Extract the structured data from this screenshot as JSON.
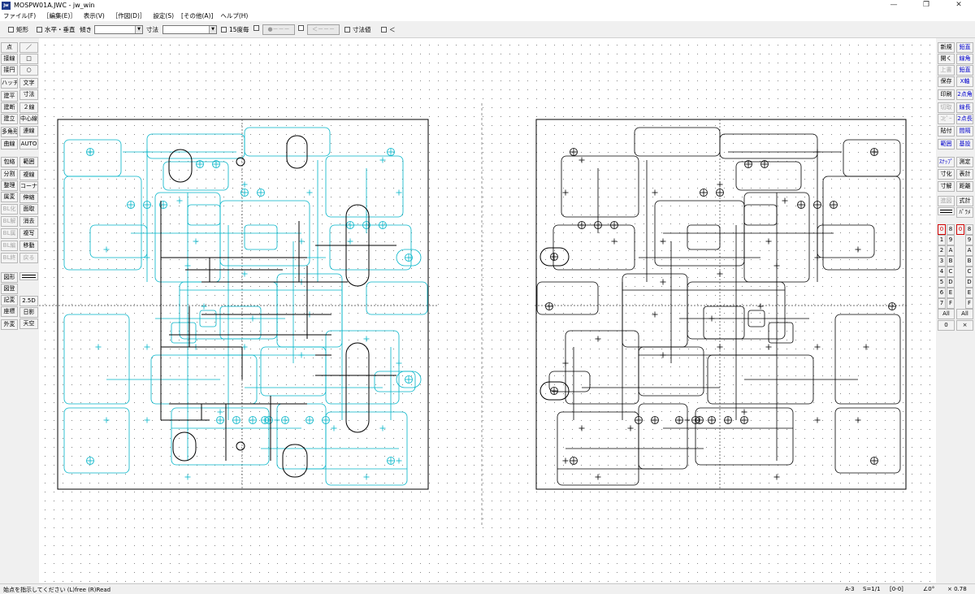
{
  "window": {
    "title": "MOSPW01A.JWC - jw_win",
    "icon_label": "jw",
    "controls": [
      "—",
      "❐",
      "✕"
    ]
  },
  "menu": [
    "ファイル(F)",
    "［編集(E)］",
    "表示(V)",
    "［作図(D)］",
    "設定(S)",
    "[その他(A)]",
    "ヘルプ(H)"
  ],
  "toolbar": {
    "rect": "矩形",
    "horizvert": "水平・垂直",
    "slope": "傾き",
    "slope_value": "",
    "dimension": "寸法",
    "dimension_value": "",
    "deg15": "15度毎",
    "dot_btn": "●－－－",
    "arrow_btn": "＜－－－",
    "dim_value": "寸法値",
    "lt": "＜"
  },
  "left_tools": {
    "col1": [
      "点",
      "接線",
      "接円",
      "ハッチ",
      "建平",
      "建断",
      "建立",
      "多角形",
      "曲線",
      "包絡",
      "分割",
      "整理",
      "属変",
      "BL化",
      "BL解",
      "BL属",
      "BL編",
      "BL終",
      "図形",
      "図登",
      "記変",
      "座標",
      "外変"
    ],
    "col1_disabled": [
      "BL化",
      "BL解",
      "BL属",
      "BL編",
      "BL終"
    ],
    "col2": [
      "／",
      "□",
      "○",
      "文字",
      "寸法",
      "２線",
      "中心線",
      "連線",
      "AUTO",
      "範囲",
      "複線",
      "コーナー",
      "伸縮",
      "面取",
      "消去",
      "複写",
      "移動",
      "戻る",
      "",
      "2.5D",
      "日影",
      "天空"
    ],
    "col2_disabled": [
      "戻る"
    ]
  },
  "right_tools": {
    "col1": [
      "新規",
      "開く",
      "上書",
      "保存",
      "印刷",
      "切取",
      "ｺﾋﾟｰ",
      "貼付",
      "範囲",
      "ｽﾅｯﾌﾟ",
      "寸化",
      "寸解",
      "進図",
      "",
      "0",
      "1",
      "2",
      "3",
      "4",
      "5",
      "6",
      "7",
      "All",
      "0"
    ],
    "col1_disabled": [
      "上書",
      "切取",
      "ｺﾋﾟｰ",
      "進図"
    ],
    "col2": [
      "鉛直",
      "線角",
      "鉛直",
      "X軸",
      "2点角",
      "線長",
      "2点長",
      "間隔",
      "基設",
      "測定",
      "表計",
      "距離",
      "式計",
      "ﾊﾟﾗﾒ",
      "8",
      "9",
      "A",
      "B",
      "C",
      "D",
      "E",
      "F",
      "All",
      "×"
    ],
    "col1b": [
      "8",
      "9",
      "A",
      "B",
      "C",
      "D",
      "E",
      "F"
    ],
    "col2_extra": "0"
  },
  "status": {
    "message": "始点を指示してください (L)free (R)Read",
    "paper": "A-3",
    "scale": "S=1/1",
    "layer": "[0-0]",
    "angle": "∠0°",
    "zoom": "× 0.78"
  },
  "colors": {
    "cyan": "#00b4c8",
    "black": "#000000",
    "canvas": "#ffffff"
  }
}
